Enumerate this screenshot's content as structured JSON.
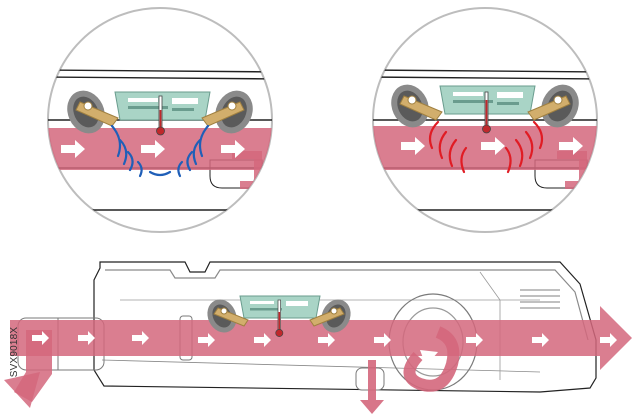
{
  "figure_code": "SVX9018X",
  "colors": {
    "flow": "#d4677c",
    "flow_dark": "#b84d64",
    "waves_cold": "#1f5fb8",
    "waves_hot": "#e01c24",
    "lens_outline": "#bdbdbd",
    "housing_line": "#222222",
    "sensor_board": "#a9d4c6",
    "thermometer": "#c0282b",
    "clip": "#d2ae6c",
    "clip_dark": "#7f7f7f"
  },
  "icons": [
    "flow-arrow-icon",
    "thermometer-icon",
    "sensor-clip-icon",
    "heat-wave-icon"
  ],
  "views": [
    {
      "name": "cold",
      "wave_color_key": "waves_cold"
    },
    {
      "name": "hot",
      "wave_color_key": "waves_hot"
    }
  ]
}
